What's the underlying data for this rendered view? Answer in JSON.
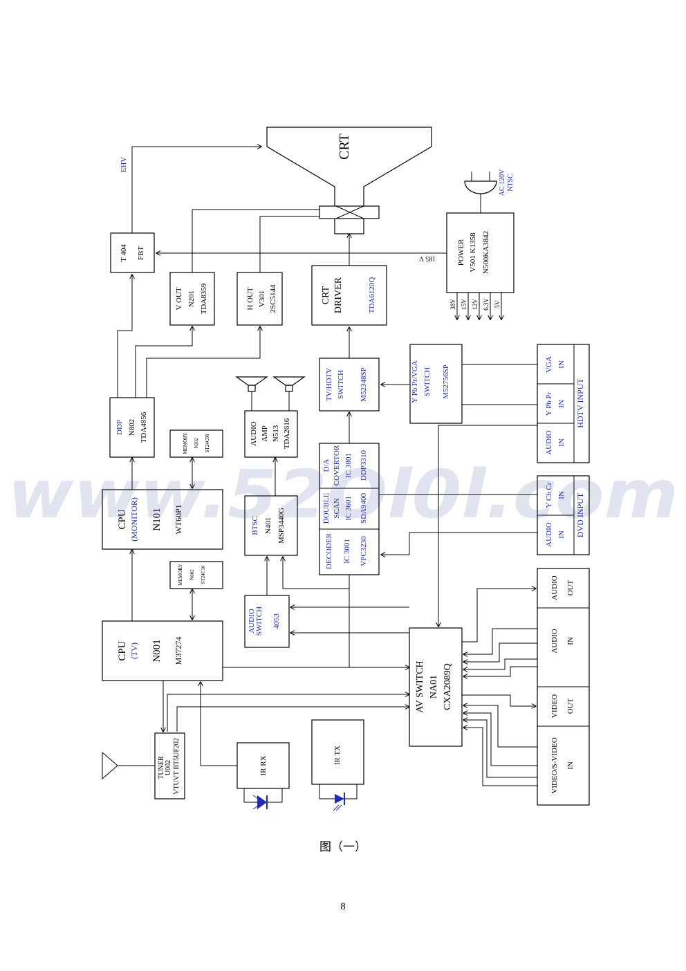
{
  "watermark": "www.52Ol0l.com",
  "caption": "图（一）",
  "page_number": "8",
  "colors": {
    "line": "#000000",
    "blue_text": "#1f2bb0",
    "watermark": "#2d3a9c"
  },
  "blocks": {
    "crt": {
      "title": "CRT"
    },
    "ehv": "EHV",
    "ac": {
      "l1": "AC 120V",
      "l2": "NTSC"
    },
    "v185": "185 V",
    "power": {
      "l1": "POWER",
      "l2": "V501 K1358",
      "l3": "N500KA3842"
    },
    "rails": [
      "38V",
      "15V",
      "12V",
      "6.3V",
      "5V"
    ],
    "fbt": {
      "l1": "T 404",
      "l2": "FBT"
    },
    "vout": {
      "l1": "V OUT",
      "l2": "N201",
      "l3": "TDA8359"
    },
    "hout": {
      "l1": "H OUT",
      "l2": "V301",
      "l3": "2SC5144"
    },
    "crt_driver": {
      "l1": "CRT",
      "l2": "DRIVER",
      "l3": "TDA6120Q"
    },
    "ddp": {
      "l1": "DDP",
      "l2": "N802",
      "l3": "TDA4856"
    },
    "memory1": {
      "l1": "MEMORY",
      "l2": "N102",
      "l3": "ST24C08"
    },
    "cpu_monitor": {
      "l1": "CPU",
      "l2": "(MONITOR)",
      "l3": "N101",
      "l4": "WT60P1"
    },
    "memory2": {
      "l1": "MEMORY",
      "l2": "N002",
      "l3": "ST24C16"
    },
    "cpu_tv": {
      "l1": "CPU",
      "l2": "(TV)",
      "l3": "N001",
      "l4": "M37274"
    },
    "tuner": {
      "l1": "TUNER",
      "l2": "U002",
      "l3": "VTUVT BT5UF202"
    },
    "ir_rx": "IR  RX",
    "ir_tx": "IR   TX",
    "audio_amp": {
      "l1": "AUDIO",
      "l2": "AMP",
      "l3": "N513",
      "l4": "TDA2616"
    },
    "btsc": {
      "l1": "BTSC",
      "l2": "N401",
      "l3": "MSP3440G"
    },
    "audio_switch": {
      "l1": "AUDIO",
      "l2": "SWITCH",
      "l3": "4053"
    },
    "tvhdtv": {
      "l1": "TV/HDTV",
      "l2": "SWITCH",
      "l3": "M52348SP"
    },
    "da": {
      "l1": "D/A",
      "l2": "COVERTOR",
      "l3": "IC 3801",
      "l4": "DDP3310"
    },
    "double": {
      "l1": "DOUBLE",
      "l2": "SCAN",
      "l3": "IC 3601",
      "l4": "SDA9400"
    },
    "decoder": {
      "l1": "DECODER",
      "l2": "IC 3001",
      "l3": "VPC3230"
    },
    "ypbpr_sw": {
      "l1": "Y Pb Pr/VGA",
      "l2": "SWITCH",
      "l3": "M52756SP"
    },
    "hdtv_input": {
      "title": "HDTV INPUT",
      "vga": {
        "l1": "VGA",
        "l2": "IN"
      },
      "ypbpr": {
        "l1": "Y Pb Pr",
        "l2": "IN"
      },
      "audio": {
        "l1": "AUDIO",
        "l2": "IN"
      }
    },
    "dvd_input": {
      "title": "DVD INPUT",
      "ycbcr": {
        "l1": "Y Cb Cr",
        "l2": "IN"
      },
      "audio": {
        "l1": "AUDIO",
        "l2": "IN"
      }
    },
    "av_switch": {
      "l1": "AV SWITCH",
      "l2": "NA01",
      "l3": "CXA2089Q"
    },
    "audio_out": {
      "l1": "AUDIO",
      "l2": "OUT"
    },
    "audio_in": {
      "l1": "AUDIO",
      "l2": "IN"
    },
    "video_out": {
      "l1": "VIDEO",
      "l2": "OUT"
    },
    "svideo_in": {
      "l1": "VIDEO/S-VIDEO",
      "l2": "IN"
    }
  }
}
